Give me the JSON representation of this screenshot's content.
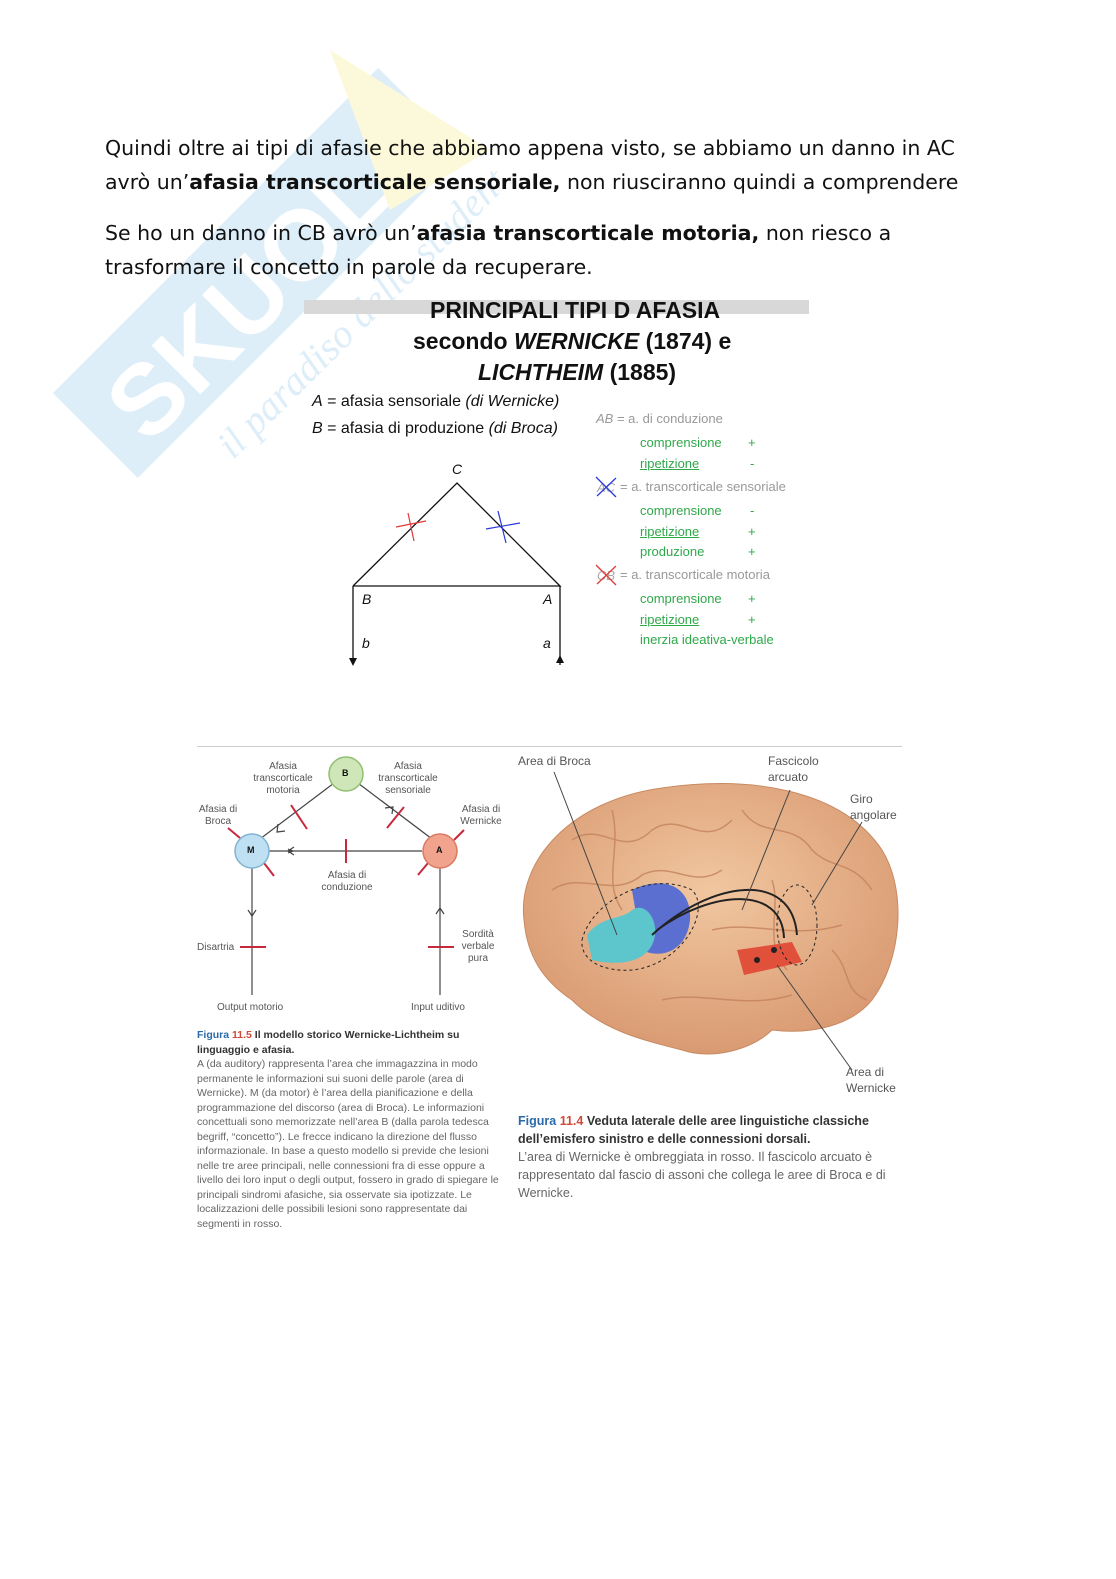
{
  "watermark": {
    "logo_text": "SKUOLA.net",
    "tagline": "il paradiso dello studente"
  },
  "paragraphs": [
    {
      "pre": "Quindi oltre ai tipi di afasie che abbiamo appena visto, se abbiamo un danno in AC avrò un’",
      "bold": "afasia transcorticale sensoriale,",
      "post": " non riusciranno quindi a comprendere"
    },
    {
      "pre": "Se ho un danno in CB avrò un’",
      "bold": "afasia transcorticale motoria,",
      "post": " non riesco a trasformare il concetto in parole da recuperare."
    }
  ],
  "slide": {
    "title_line1": "PRINCIPALI TIPI D AFASIA",
    "title_line2_pre": "secondo ",
    "title_line2_name": "WERNICKE",
    "title_line2_post": " (1874) e",
    "title_line3_name": "LICHTHEIM",
    "title_line3_post": " (1885)",
    "legend_a_key": "A",
    "legend_a": " = afasia sensoriale  ",
    "legend_a_note": "(di Wernicke)",
    "legend_b_key": "B",
    "legend_b": " = afasia di produzione ",
    "legend_b_note": "(di Broca)",
    "node_c": "C",
    "node_b": "B",
    "node_a": "A",
    "out_b": "b",
    "in_a": "a",
    "ab_key": "AB",
    "ab_label": " = a. di conduzione",
    "ab_items": [
      {
        "label": "comprensione",
        "sign": "+"
      },
      {
        "label": "ripetizione",
        "sign": "-"
      }
    ],
    "ac_label": "= a. transcorticale sensoriale",
    "ac_items": [
      {
        "label": "comprensione",
        "sign": "-"
      },
      {
        "label": "ripetizione",
        "sign": "+"
      },
      {
        "label": "produzione",
        "sign": "+"
      }
    ],
    "cb_label": "= a. transcorticale motoria",
    "cb_items": [
      {
        "label": "comprensione",
        "sign": "+"
      },
      {
        "label": "ripetizione",
        "sign": "+"
      },
      {
        "label": "inerzia ideativa-verbale"
      }
    ]
  },
  "fig115": {
    "node_b": "B",
    "node_m": "M",
    "node_a": "A",
    "tc_motoria": "Afasia transcorticale motoria",
    "tc_sensoriale": "Afasia transcorticale sensoriale",
    "broca": "Afasia di Broca",
    "wernicke": "Afasia di Wernicke",
    "conduzione": "Afasia di conduzione",
    "disartria": "Disartria",
    "sordita": "Sordità verbale pura",
    "output": "Output motorio",
    "input": "Input uditivo",
    "caption_fig": "Figura",
    "caption_num": "11.5",
    "caption_title": "Il modello storico Wernicke-Lichtheim su linguaggio e afasia.",
    "caption_body": "A (da auditory) rappresenta l’area che immagazzina in modo permanente le informazioni sui suoni delle parole (area di Wernicke). M (da motor) è l’area della pianificazione e della programmazione del discorso (area di Broca). Le informazioni concettuali sono memorizzate nell’area B (dalla parola tedesca begriff, “concetto”). Le frecce indicano la direzione del flusso informazionale. In base a questo modello si previde che lesioni nelle tre aree principali, nelle connessioni fra di esse oppure a livello dei loro input o degli output, fossero in grado di spiegare le principali sindromi afasiche, sia osservate sia ipotizzate. Le localizzazioni delle possibili lesioni sono rappresentate dai segmenti in rosso."
  },
  "fig114": {
    "broca": "Area di Broca",
    "fascicolo": "Fascicolo arcuato",
    "giro": "Giro angolare",
    "wernicke": "Area di Wernicke",
    "caption_fig": "Figura",
    "caption_num": "11.4",
    "caption_title": "Veduta laterale delle aree linguistiche classiche dell’emisfero sinistro e delle connessioni dorsali.",
    "caption_body": "L’area di Wernicke è ombreggiata in rosso. Il fascicolo arcuato è rappresentato dal fascio di assoni che collega le aree di Broca e di Wernicke."
  },
  "colors": {
    "green": "#2fa84a",
    "red": "#e03a3a",
    "blue": "#2a3adf",
    "node_b": "#cfe6b8",
    "node_m": "#bfe0f2",
    "node_a": "#f2a38e",
    "lesion": "#c8283e"
  }
}
